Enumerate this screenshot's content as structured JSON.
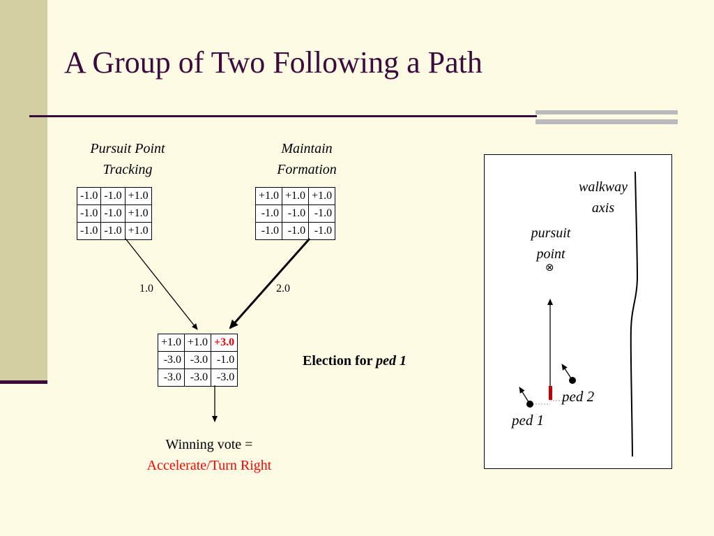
{
  "slide": {
    "title": "A Group of Two Following a Path"
  },
  "behaviors": [
    {
      "name_line1": "Pursuit Point",
      "name_line2": "Tracking",
      "weight": "1.0",
      "grid": [
        [
          "-1.0",
          "-1.0",
          "+1.0"
        ],
        [
          "-1.0",
          "-1.0",
          "+1.0"
        ],
        [
          "-1.0",
          "-1.0",
          "+1.0"
        ]
      ]
    },
    {
      "name_line1": "Maintain",
      "name_line2": "Formation",
      "weight": "2.0",
      "grid": [
        [
          "+1.0",
          "+1.0",
          "+1.0"
        ],
        [
          "-1.0",
          "-1.0",
          "-1.0"
        ],
        [
          "-1.0",
          "-1.0",
          "-1.0"
        ]
      ]
    }
  ],
  "result": {
    "grid": [
      [
        "+1.0",
        "+1.0",
        "+3.0"
      ],
      [
        "-3.0",
        "-3.0",
        "-1.0"
      ],
      [
        "-3.0",
        "-3.0",
        "-3.0"
      ]
    ],
    "highlight_cell": "+3.0",
    "highlight_color": "#ff0000"
  },
  "election": {
    "label": "Election for ",
    "target": "ped 1"
  },
  "winning": {
    "line1": "Winning vote =",
    "line2": "Accelerate/Turn Right"
  },
  "panel": {
    "walkway_line1": "walkway",
    "walkway_line2": "axis",
    "pursuit_line1": "pursuit",
    "pursuit_line2": "point",
    "pursuit_symbol": "⊗",
    "ped1": "ped 1",
    "ped2": "ped 2"
  },
  "colors": {
    "title": "#3c0a3c",
    "sidebar": "#d2d0a3",
    "background": "#fdfbe4",
    "accent_bar": "#b9b9be",
    "highlight": "#ff0000"
  }
}
